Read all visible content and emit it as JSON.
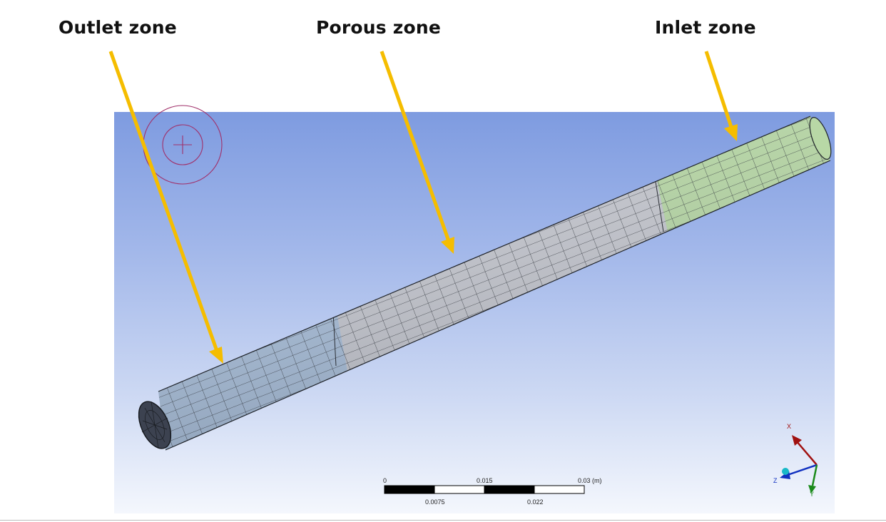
{
  "labels": {
    "outlet": "Outlet zone",
    "porous": "Porous zone",
    "inlet": "Inlet zone"
  },
  "scale_bar": {
    "top_ticks": [
      "0",
      "0.015",
      "0.03 (m)"
    ],
    "bottom_ticks": [
      "0.0075",
      "0.022"
    ]
  },
  "triad": {
    "x": "X",
    "y": "Y",
    "z": "Z"
  },
  "colors": {
    "arrow": "#f5bd00",
    "outlet_mesh": "#a9bfd9",
    "porous_mesh": "#c6c8cf",
    "inlet_mesh": "#b8d8a6",
    "x_axis": "#a01010",
    "y_axis": "#1a8a1a",
    "z_axis": "#1030c0"
  },
  "icons": [
    "rotation-center-icon",
    "axis-triad-icon"
  ]
}
